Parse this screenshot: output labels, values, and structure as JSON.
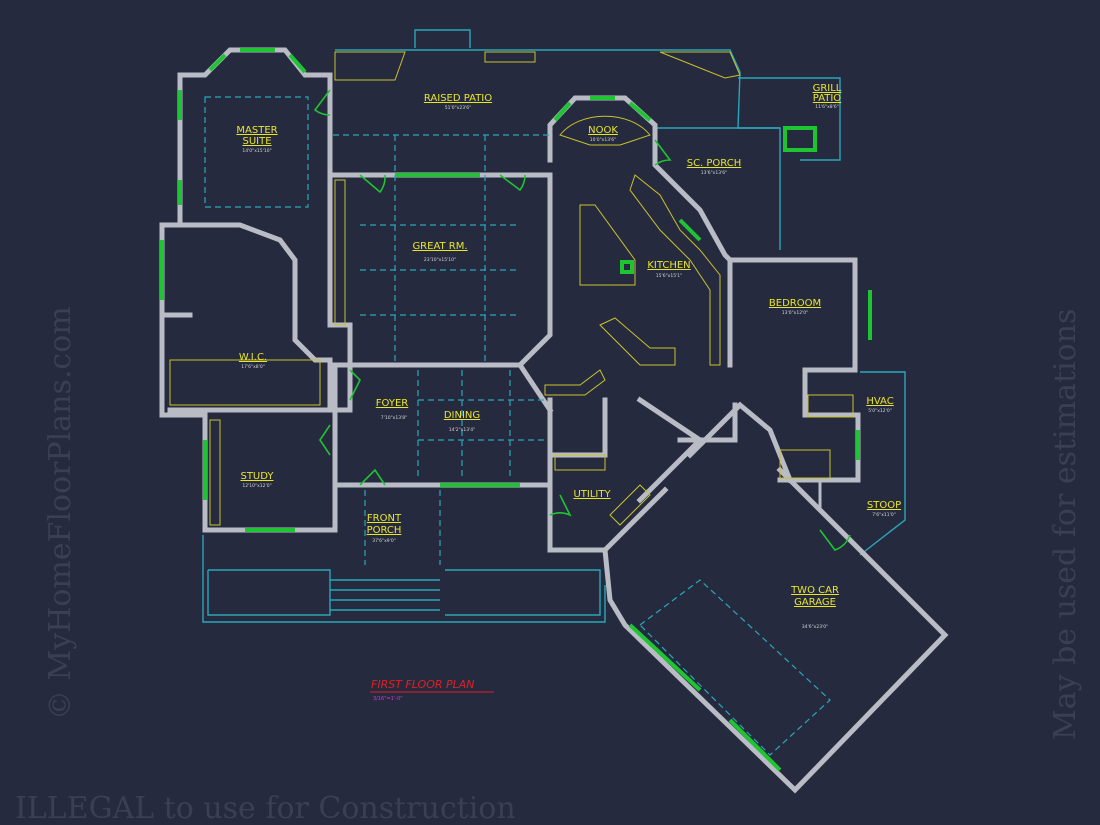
{
  "plan": {
    "title": "FIRST FLOOR PLAN",
    "scale": "3/16\"=1'-0\"",
    "rooms": [
      {
        "name": "RAISED PATIO",
        "dim": "51'0\"x23'6\""
      },
      {
        "name": "MASTER",
        "name2": "SUITE",
        "dim": "14'0\"x15'10\""
      },
      {
        "name": "GREAT RM.",
        "dim": "23'10\"x15'10\""
      },
      {
        "name": "NOOK",
        "dim": "10'0\"x13'6\""
      },
      {
        "name": "SC. PORCH",
        "dim": "13'6\"x13'6\""
      },
      {
        "name": "GRILL",
        "name2": "PATIO",
        "dim": "11'6\"x8'6\""
      },
      {
        "name": "KITCHEN",
        "dim": "15'6\"x15'1\""
      },
      {
        "name": "BEDROOM",
        "dim": "13'0\"x12'0\""
      },
      {
        "name": "W.I.C.",
        "dim": "17'6\"x8'0\""
      },
      {
        "name": "FOYER",
        "dim": "7'10\"x13'8\""
      },
      {
        "name": "DINING",
        "dim": "14'2\"x13'4\""
      },
      {
        "name": "STUDY",
        "dim": "12'10\"x12'0\""
      },
      {
        "name": "FRONT",
        "name2": "PORCH",
        "dim": "37'6\"x9'0\""
      },
      {
        "name": "UTILITY"
      },
      {
        "name": "HVAC",
        "dim": "5'0\"x12'0\""
      },
      {
        "name": "STOOP",
        "dim": "7'6\"x11'0\""
      },
      {
        "name": "TWO CAR",
        "name2": "GARAGE",
        "dim": "34'6\"x23'0\""
      }
    ]
  },
  "watermark": {
    "line1": "© MyHomeFloorPlans.com",
    "line2": "ILLEGAL to use for Construction",
    "line3": "May be used for estimations"
  },
  "colors": {
    "background": "#262a3f",
    "walls": "#b9bcc4",
    "windows": "#1fc432",
    "labels": "#e9e62a",
    "title": "#e02020"
  }
}
